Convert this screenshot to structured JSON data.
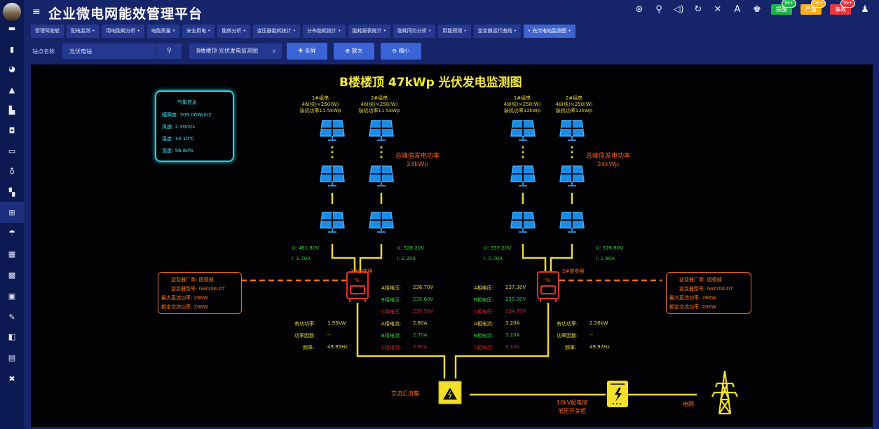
{
  "header": {
    "title": "企业微电网能效管理平台",
    "icons": [
      "help-icon",
      "search-icon",
      "volume-icon",
      "refresh-icon",
      "fullscreen-icon",
      "font-icon",
      "shirt-icon"
    ],
    "badges": [
      {
        "label": "提醒",
        "count": "99+",
        "color": "#22b24c"
      },
      {
        "label": "严重",
        "count": "99+",
        "color": "#f5b21b"
      },
      {
        "label": "事故",
        "count": "99+",
        "color": "#e53642"
      }
    ]
  },
  "sidebar": {
    "items": [
      "monitor",
      "battery",
      "search-doc",
      "solar",
      "print",
      "chart",
      "storage",
      "bulb",
      "report",
      "pv-monitor",
      "camera",
      "calendar",
      "table",
      "lock",
      "edit",
      "box",
      "document",
      "tools"
    ],
    "active_index": 9
  },
  "tabs": [
    {
      "label": "管理驾驶舱",
      "active": false
    },
    {
      "label": "配电监测 •",
      "active": false
    },
    {
      "label": "用电能耗分析 •",
      "active": false
    },
    {
      "label": "电能质量 •",
      "active": false
    },
    {
      "label": "安全用电 •",
      "active": false
    },
    {
      "label": "能效分析 •",
      "active": false
    },
    {
      "label": "变压器能耗统计 •",
      "active": false
    },
    {
      "label": "分布能耗统计 •",
      "active": false
    },
    {
      "label": "能耗报表统计 •",
      "active": false
    },
    {
      "label": "能耗同比分析 •",
      "active": false
    },
    {
      "label": "用能预测 •",
      "active": false
    },
    {
      "label": "逆变器运行曲线 •",
      "active": false
    },
    {
      "label": "• 光伏电站监测图 •",
      "active": true
    }
  ],
  "toolbar": {
    "station_label": "站点名称",
    "station_value": "光伏电站",
    "diagram_select": "B楼楼顶 光伏发电监测图",
    "btn_all": "✚ 全屏",
    "btn_zoom_in": "⊕ 放大",
    "btn_zoom_out": "⊖ 缩小"
  },
  "diagram": {
    "title": "B楼楼顶 47kWp 光伏发电监测图",
    "weather": {
      "title": "气象信息",
      "rows": [
        "辐照度:  309.00W/m2",
        "风速:  2.30m/s",
        "温度:  33.10℃",
        "湿度:  56.80%"
      ]
    },
    "groups": [
      {
        "name": "1#组串",
        "spec": "46(块)×250(W)",
        "power": "装机功率11.5kWp",
        "u": "U: 461.80V",
        "i": "I: 1.70A"
      },
      {
        "name": "2#组串",
        "spec": "46(块)×250(W)",
        "power": "装机功率11.5kWp",
        "u": "U: 528.20V",
        "i": "I: 2.20A"
      },
      {
        "name": "1#组串",
        "spec": "48(块)×250(W)",
        "power": "装机功率12kWp",
        "u": "U: 557.20V",
        "i": "I: 0.70A"
      },
      {
        "name": "2#组串",
        "spec": "48(块)×250(W)",
        "power": "装机功率12kWp",
        "u": "U: 576.80V",
        "i": "I: 1.60A"
      }
    ],
    "peak_left": {
      "label": "总峰值发电功率",
      "value": "23kWp"
    },
    "peak_right": {
      "label": "总峰值发电功率",
      "value": "24kWp"
    },
    "inverter1": {
      "name": "1#逆变器",
      "info": [
        "逆变器厂商:  固德威",
        "逆变器型号:  GW20K-DT",
        "最大直流功率:  26KW",
        "额定交流功率:  20KW"
      ],
      "phase": [
        [
          "A相电压:",
          "236.70V"
        ],
        [
          "B相电压:",
          "235.60V"
        ],
        [
          "C相电压:",
          "235.50V"
        ],
        [
          "A相电流:",
          "2.80A"
        ],
        [
          "B相电流:",
          "2.70A"
        ],
        [
          "C相电流:",
          "2.80A"
        ]
      ],
      "stats": [
        [
          "有功功率:",
          "1.95kW"
        ],
        [
          "功率因数:",
          "--"
        ],
        [
          "频率:",
          "49.95Hz"
        ]
      ]
    },
    "inverter2": {
      "name": "2#逆变器",
      "info": [
        "逆变器厂商:  固德威",
        "逆变器型号:  GW20K-DT",
        "最大直流功率:  26KW",
        "额定交流功率:  20KW"
      ],
      "phase": [
        [
          "A相电压:",
          "237.30V"
        ],
        [
          "B相电压:",
          "235.30V"
        ],
        [
          "C相电压:",
          "234.80V"
        ],
        [
          "A相电流:",
          "3.20A"
        ],
        [
          "B相电流:",
          "3.20A"
        ],
        [
          "C相电流:",
          "3.10A"
        ]
      ],
      "stats": [
        [
          "有功功率:",
          "2.26kW"
        ],
        [
          "功率因数:",
          "--"
        ],
        [
          "频率:",
          "49.97Hz"
        ]
      ]
    },
    "combiner_label": "交流汇流箱",
    "switch_label_1": "10kV配电房",
    "switch_label_2": "低压开关柜",
    "grid_label": "电网"
  }
}
